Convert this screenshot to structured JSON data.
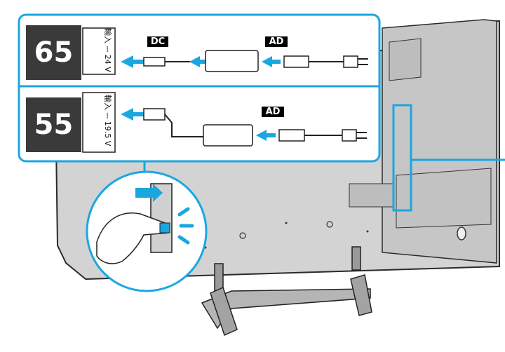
{
  "models": [
    {
      "size": "65",
      "input_rating": "輸入 ⎓ 24 V",
      "labels": [
        "DC",
        "AD"
      ]
    },
    {
      "size": "55",
      "input_rating": "輸入 ⎓ 19.5 V",
      "labels": [
        "AD"
      ]
    }
  ],
  "colors": {
    "accent": "#1aa7e0",
    "tv_panel": "#cfcfcf",
    "tv_outline": "#2a2a2a",
    "model_box": "#3a3a3a"
  },
  "icons": [
    "arrow-left-icon",
    "plug-icon",
    "adapter-icon",
    "hand-icon",
    "motion-lines-icon"
  ]
}
